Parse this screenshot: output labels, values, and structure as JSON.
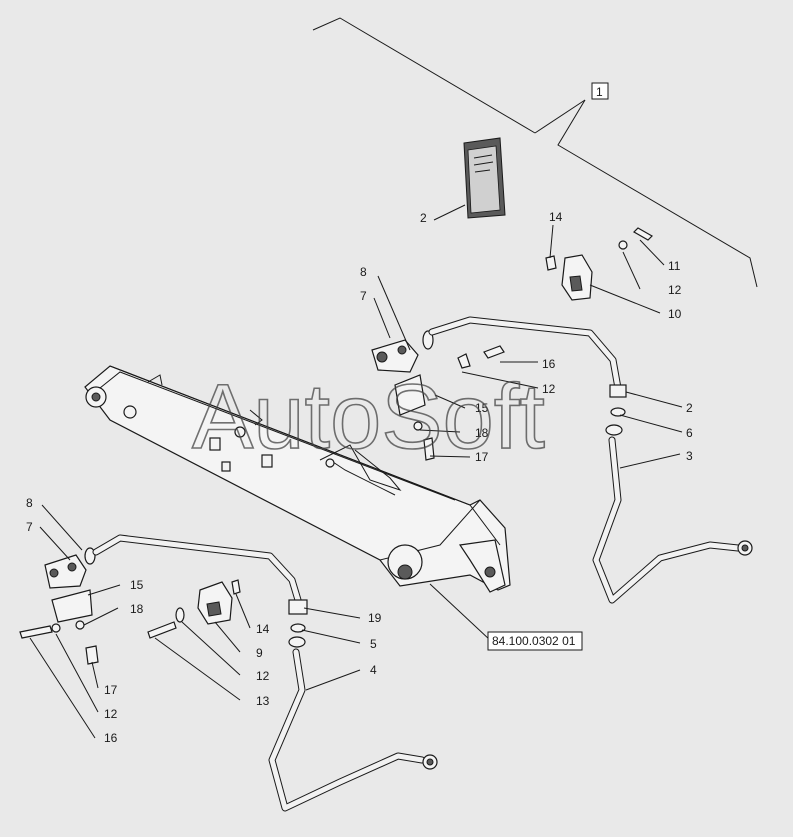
{
  "watermark": "AutoSoft",
  "reference_code": "84.100.0302 01",
  "callouts": {
    "kit": "1",
    "sheet": "2",
    "pin_top": "14",
    "screw_top": "11",
    "washer_top": "12",
    "clamp_top": "10",
    "ring_a": "8",
    "flange_a": "7",
    "screw_a": "16",
    "washer_a": "12",
    "plate_a": "15",
    "plug_a": "18",
    "bolt_a": "17",
    "fitting_a": "2",
    "seal_a": "6",
    "hose_a": "3",
    "ring_b": "8",
    "flange_b": "7",
    "plate_b": "15",
    "plug_b": "18",
    "bolt_b": "17",
    "washer_b": "12",
    "screw_b": "16",
    "pin_b": "14",
    "clamp_b": "9",
    "washer_c": "12",
    "screw_c": "13",
    "fitting_b": "19",
    "seal_b": "5",
    "hose_b": "4"
  }
}
